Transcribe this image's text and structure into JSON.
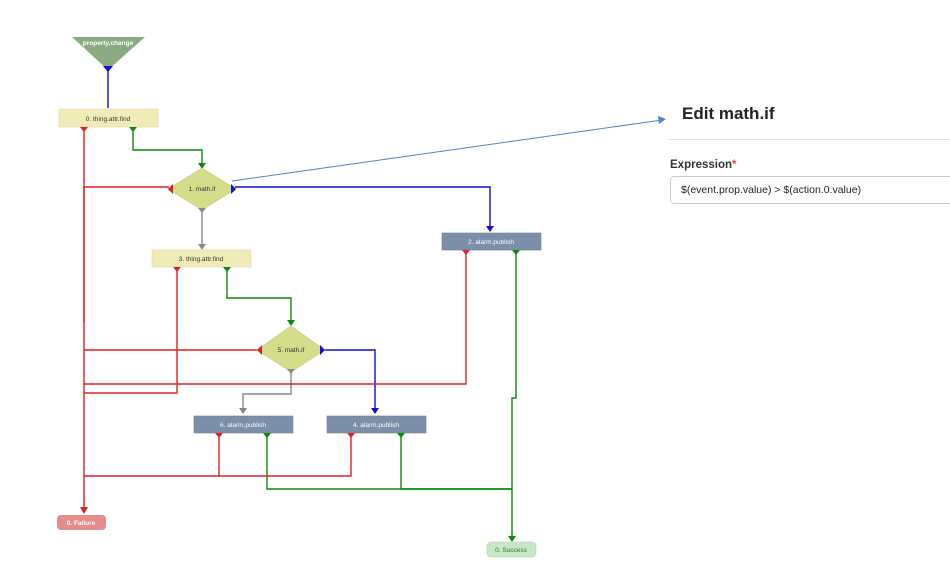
{
  "flow": {
    "trigger": "property.change",
    "nodes": {
      "thing_find_0": "0. thing.attr.find",
      "math_if_1": "1. math.if",
      "alarm_publish_2": "2. alarm.publish",
      "thing_find_3": "3. thing.attr.find",
      "math_if_5": "5. math.if",
      "alarm_publish_6": "6. alarm.publish",
      "alarm_publish_4": "4. alarm.publish",
      "failure": "0. Failure",
      "success": "0. Success"
    },
    "colors": {
      "true": "#0a8a0a",
      "false": "#e02020",
      "else": "#1010d0",
      "next": "#888888",
      "pointer": "#4a88c8",
      "trigger": "#8aab80",
      "find_fill": "#f1ebb9",
      "if_fill": "#d4dc8a",
      "alarm_fill": "#7b8fab",
      "failure_fill": "#e58c8c",
      "success_fill": "#c6e8c4"
    }
  },
  "panel": {
    "title": "Edit math.if",
    "field_label": "Expression",
    "required_mark": "*",
    "expression_value": "$(event.prop.value) > $(action.0.value)"
  }
}
